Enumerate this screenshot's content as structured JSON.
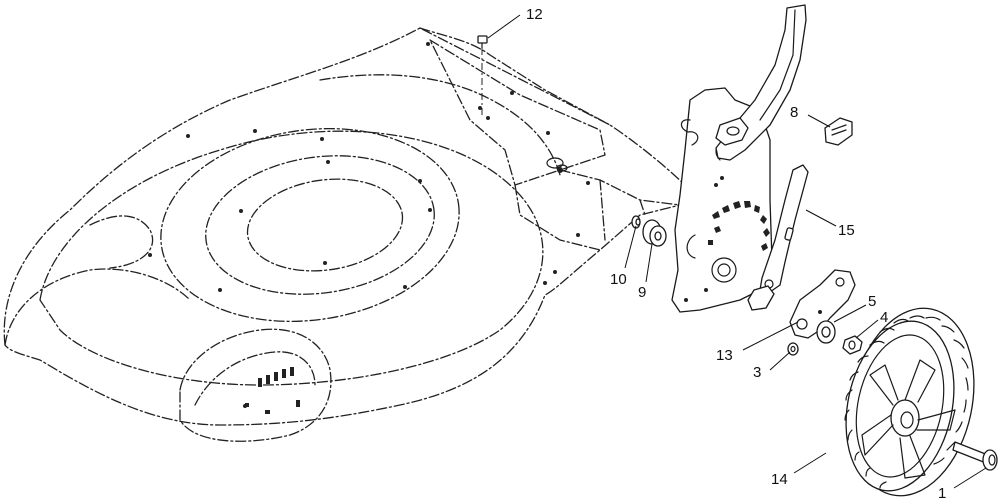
{
  "diagram": {
    "callouts": [
      {
        "id": "12",
        "text": "12"
      },
      {
        "id": "8",
        "text": "8"
      },
      {
        "id": "15",
        "text": "15"
      },
      {
        "id": "10",
        "text": "10"
      },
      {
        "id": "9",
        "text": "9"
      },
      {
        "id": "5",
        "text": "5"
      },
      {
        "id": "4",
        "text": "4"
      },
      {
        "id": "13",
        "text": "13"
      },
      {
        "id": "3",
        "text": "3"
      },
      {
        "id": "14",
        "text": "14"
      },
      {
        "id": "1",
        "text": "1"
      }
    ]
  }
}
